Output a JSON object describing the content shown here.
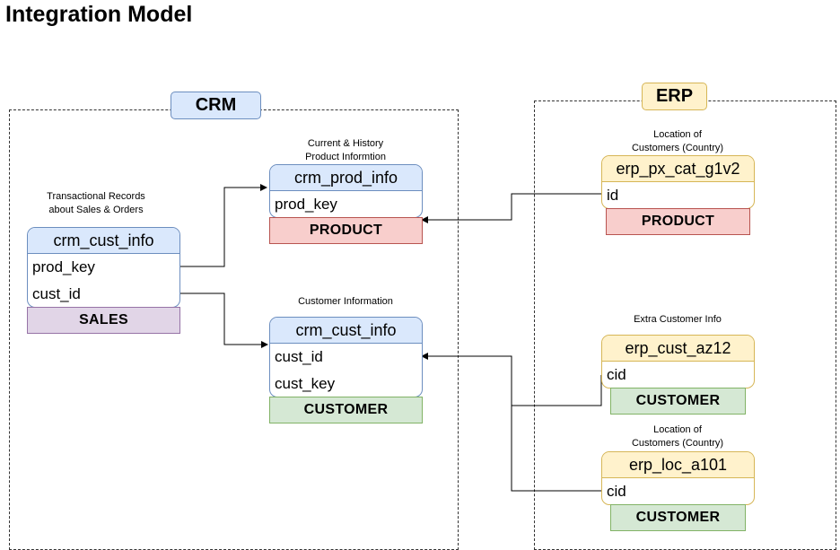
{
  "title": "Integration Model",
  "groups": {
    "crm": {
      "label": "CRM",
      "color": "#dae8fc"
    },
    "erp": {
      "label": "ERP",
      "color": "#fff2cc"
    }
  },
  "tables": {
    "crm_prod": {
      "name": "crm_prod_info",
      "fields": [
        "prod_key"
      ],
      "tag": "PRODUCT",
      "note": [
        "Current & History",
        "Product Informtion"
      ]
    },
    "crm_sales": {
      "name": "crm_cust_info",
      "fields": [
        "prod_key",
        "cust_id"
      ],
      "tag": "SALES",
      "note": [
        "Transactional Records",
        "about Sales & Orders"
      ]
    },
    "crm_cust": {
      "name": "crm_cust_info",
      "fields": [
        "cust_id",
        "cust_key"
      ],
      "tag": "CUSTOMER",
      "note": [
        "Customer Information"
      ]
    },
    "erp_px": {
      "name": "erp_px_cat_g1v2",
      "fields": [
        "id"
      ],
      "tag": "PRODUCT",
      "note": [
        "Location of",
        "Customers (Country)"
      ]
    },
    "erp_cust": {
      "name": "erp_cust_az12",
      "fields": [
        "cid"
      ],
      "tag": "CUSTOMER",
      "note": [
        "Extra Customer Info"
      ]
    },
    "erp_loc": {
      "name": "erp_loc_a101",
      "fields": [
        "cid"
      ],
      "tag": "CUSTOMER",
      "note": [
        "Location of",
        "Customers (Country)"
      ]
    }
  },
  "colors": {
    "product": "#f8cecc",
    "sales": "#e1d5e7",
    "customer": "#d5e8d4",
    "crm_table": "#dae8fc",
    "erp_table": "#fff2cc"
  }
}
